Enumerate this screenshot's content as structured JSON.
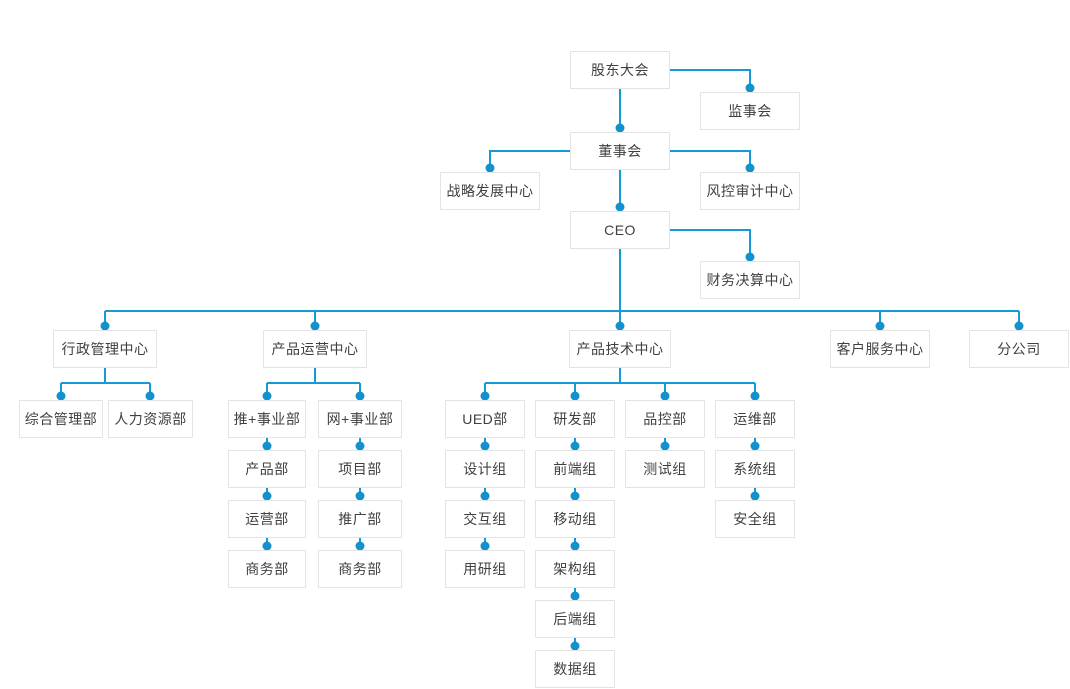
{
  "diagram": {
    "type": "org-chart",
    "root": "股东大会",
    "levels": [
      "股东大会",
      "董事会",
      "CEO",
      "中心",
      "部",
      "组"
    ]
  },
  "colors": {
    "line": "#149bd7",
    "dot": "#1391cc",
    "node_border": "#e4e4e4",
    "node_bg": "#ffffff",
    "node_text": "#404040",
    "background": "#ffffff"
  },
  "nodes": [
    {
      "id": "shareholders-meeting",
      "label": "股东大会",
      "parent_id": null
    },
    {
      "id": "supervisory-board",
      "label": "监事会",
      "parent_id": "shareholders-meeting"
    },
    {
      "id": "board-of-directors",
      "label": "董事会",
      "parent_id": "shareholders-meeting"
    },
    {
      "id": "strategy-development-center",
      "label": "战略发展中心",
      "parent_id": "board-of-directors"
    },
    {
      "id": "risk-audit-center",
      "label": "风控审计中心",
      "parent_id": "board-of-directors"
    },
    {
      "id": "ceo",
      "label": "CEO",
      "parent_id": "board-of-directors"
    },
    {
      "id": "financial-settlement-center",
      "label": "财务决算中心",
      "parent_id": "ceo"
    },
    {
      "id": "admin-management-center",
      "label": "行政管理中心",
      "parent_id": "ceo"
    },
    {
      "id": "product-operation-center",
      "label": "产品运营中心",
      "parent_id": "ceo"
    },
    {
      "id": "product-technology-center",
      "label": "产品技术中心",
      "parent_id": "ceo"
    },
    {
      "id": "customer-service-center",
      "label": "客户服务中心",
      "parent_id": "ceo"
    },
    {
      "id": "branch-company",
      "label": "分公司",
      "parent_id": "ceo"
    },
    {
      "id": "general-management-dept",
      "label": "综合管理部",
      "parent_id": "admin-management-center"
    },
    {
      "id": "hr-dept",
      "label": "人力资源部",
      "parent_id": "admin-management-center"
    },
    {
      "id": "tui-business-unit",
      "label": "推+事业部",
      "parent_id": "product-operation-center"
    },
    {
      "id": "wang-business-unit",
      "label": "网+事业部",
      "parent_id": "product-operation-center"
    },
    {
      "id": "product-dept",
      "label": "产品部",
      "parent_id": "tui-business-unit"
    },
    {
      "id": "operation-dept",
      "label": "运营部",
      "parent_id": "product-dept"
    },
    {
      "id": "business-dept-1",
      "label": "商务部",
      "parent_id": "operation-dept"
    },
    {
      "id": "project-dept",
      "label": "项目部",
      "parent_id": "wang-business-unit"
    },
    {
      "id": "promotion-dept",
      "label": "推广部",
      "parent_id": "project-dept"
    },
    {
      "id": "business-dept-2",
      "label": "商务部",
      "parent_id": "promotion-dept"
    },
    {
      "id": "ued-dept",
      "label": "UED部",
      "parent_id": "product-technology-center"
    },
    {
      "id": "design-team",
      "label": "设计组",
      "parent_id": "ued-dept"
    },
    {
      "id": "interaction-team",
      "label": "交互组",
      "parent_id": "design-team"
    },
    {
      "id": "user-research-team",
      "label": "用研组",
      "parent_id": "interaction-team"
    },
    {
      "id": "rd-dept",
      "label": "研发部",
      "parent_id": "product-technology-center"
    },
    {
      "id": "frontend-team",
      "label": "前端组",
      "parent_id": "rd-dept"
    },
    {
      "id": "mobile-team",
      "label": "移动组",
      "parent_id": "frontend-team"
    },
    {
      "id": "architecture-team",
      "label": "架构组",
      "parent_id": "mobile-team"
    },
    {
      "id": "backend-team",
      "label": "后端组",
      "parent_id": "architecture-team"
    },
    {
      "id": "data-team",
      "label": "数据组",
      "parent_id": "backend-team"
    },
    {
      "id": "quality-control-dept",
      "label": "品控部",
      "parent_id": "product-technology-center"
    },
    {
      "id": "testing-team",
      "label": "测试组",
      "parent_id": "quality-control-dept"
    },
    {
      "id": "ops-maintenance-dept",
      "label": "运维部",
      "parent_id": "product-technology-center"
    },
    {
      "id": "system-team",
      "label": "系统组",
      "parent_id": "ops-maintenance-dept"
    },
    {
      "id": "security-team",
      "label": "安全组",
      "parent_id": "system-team"
    }
  ]
}
